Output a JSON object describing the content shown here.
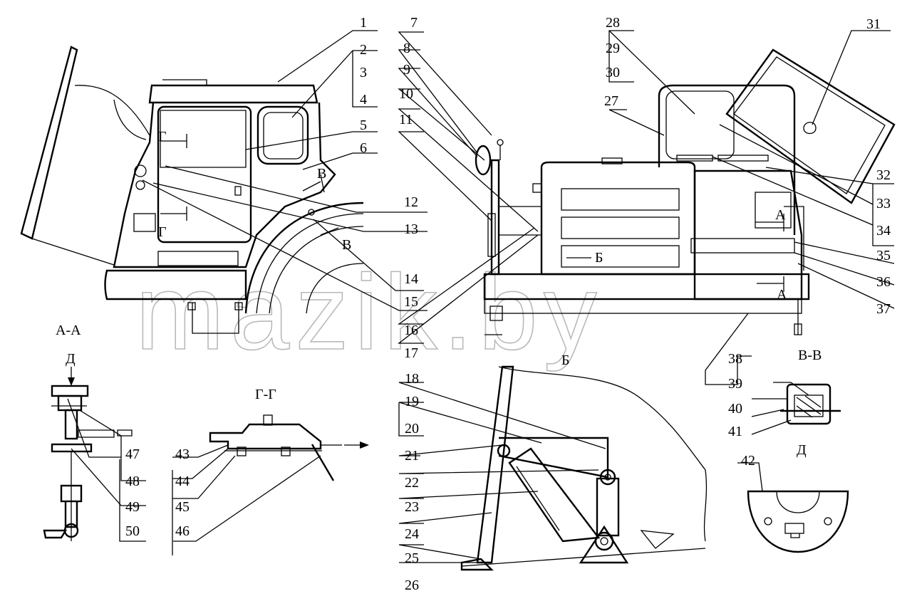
{
  "callouts": [
    "1",
    "2",
    "3",
    "4",
    "5",
    "6",
    "7",
    "8",
    "9",
    "10",
    "11",
    "12",
    "13",
    "14",
    "15",
    "16",
    "17",
    "18",
    "19",
    "20",
    "21",
    "22",
    "23",
    "24",
    "25",
    "26",
    "27",
    "28",
    "29",
    "30",
    "31",
    "32",
    "33",
    "34",
    "35",
    "36",
    "37",
    "38",
    "39",
    "40",
    "41",
    "42",
    "43",
    "44",
    "45",
    "46",
    "47",
    "48",
    "49",
    "50"
  ],
  "section_labels": {
    "aa": "А-А",
    "gg": "Г-Г",
    "vv": "В-В",
    "b": "Б",
    "d": "Д",
    "d_arrow": "Д",
    "a_mark": "А",
    "b_mark": "Б",
    "v_mark": "В",
    "g_mark": "Г"
  },
  "watermark": "mazik.by"
}
